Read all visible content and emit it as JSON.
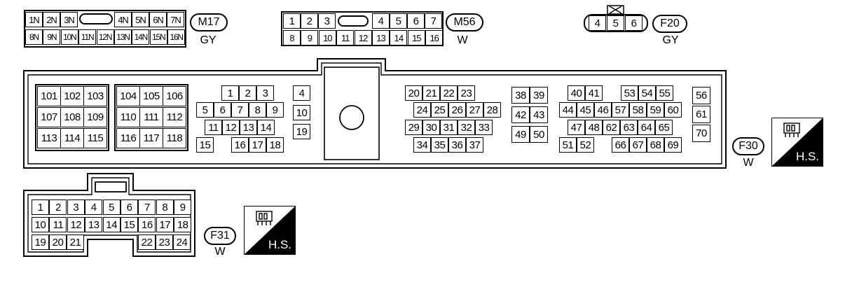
{
  "connectors": {
    "m17": {
      "id": "M17",
      "color": "GY",
      "row1": [
        "1N",
        "2N",
        "3N",
        "4N",
        "5N",
        "6N",
        "7N"
      ],
      "row2": [
        "8N",
        "9N",
        "10N",
        "11N",
        "12N",
        "13N",
        "14N",
        "15N",
        "16N"
      ]
    },
    "m56": {
      "id": "M56",
      "color": "W",
      "row1": [
        "1",
        "2",
        "3",
        "4",
        "5",
        "6",
        "7"
      ],
      "row2": [
        "8",
        "9",
        "10",
        "11",
        "12",
        "13",
        "14",
        "15",
        "16"
      ]
    },
    "f20": {
      "id": "F20",
      "color": "GY",
      "pins": [
        "4",
        "5",
        "6"
      ]
    },
    "f30": {
      "id": "F30",
      "color": "W",
      "hs_label": "H.S.",
      "block_a": [
        [
          "101",
          "102",
          "103"
        ],
        [
          "107",
          "108",
          "109"
        ],
        [
          "113",
          "114",
          "115"
        ]
      ],
      "block_b": [
        [
          "104",
          "105",
          "106"
        ],
        [
          "110",
          "111",
          "112"
        ],
        [
          "116",
          "117",
          "118"
        ]
      ],
      "block_c": {
        "r1": [
          "1",
          "2",
          "3"
        ],
        "r2": [
          "5",
          "6",
          "7",
          "8",
          "9"
        ],
        "r3": [
          "11",
          "12",
          "13",
          "14"
        ],
        "r4a": [
          "15"
        ],
        "r4b": [
          "16",
          "17",
          "18"
        ]
      },
      "block_d": [
        "4",
        "10",
        "19"
      ],
      "block_e": {
        "r1": [
          "20",
          "21",
          "22",
          "23"
        ],
        "r2": [
          "24",
          "25",
          "26",
          "27",
          "28"
        ],
        "r3": [
          "29",
          "30",
          "31",
          "32",
          "33"
        ],
        "r4": [
          "34",
          "35",
          "36",
          "37"
        ]
      },
      "block_f": [
        [
          "38",
          "39"
        ],
        [
          "42",
          "43"
        ],
        [
          "49",
          "50"
        ]
      ],
      "block_g": {
        "r1a": [
          "40",
          "41"
        ],
        "r1b": [
          "53",
          "54",
          "55"
        ],
        "r2": [
          "44",
          "45",
          "46",
          "57",
          "58",
          "59",
          "60"
        ],
        "r3a": [
          "47",
          "48",
          "62",
          "63",
          "64",
          "65"
        ],
        "r4a": [
          "51",
          "52"
        ],
        "r4b": [
          "66",
          "67",
          "68",
          "69"
        ]
      },
      "block_h": [
        "56",
        "61",
        "70"
      ]
    },
    "f31": {
      "id": "F31",
      "color": "W",
      "hs_label": "H.S.",
      "row1": [
        "1",
        "2",
        "3",
        "4",
        "5",
        "6",
        "7",
        "8",
        "9"
      ],
      "row2": [
        "10",
        "11",
        "12",
        "13",
        "14",
        "15",
        "16",
        "17",
        "18"
      ],
      "row3a": [
        "19",
        "20",
        "21"
      ],
      "row3b": [
        "22",
        "23",
        "24"
      ]
    }
  }
}
